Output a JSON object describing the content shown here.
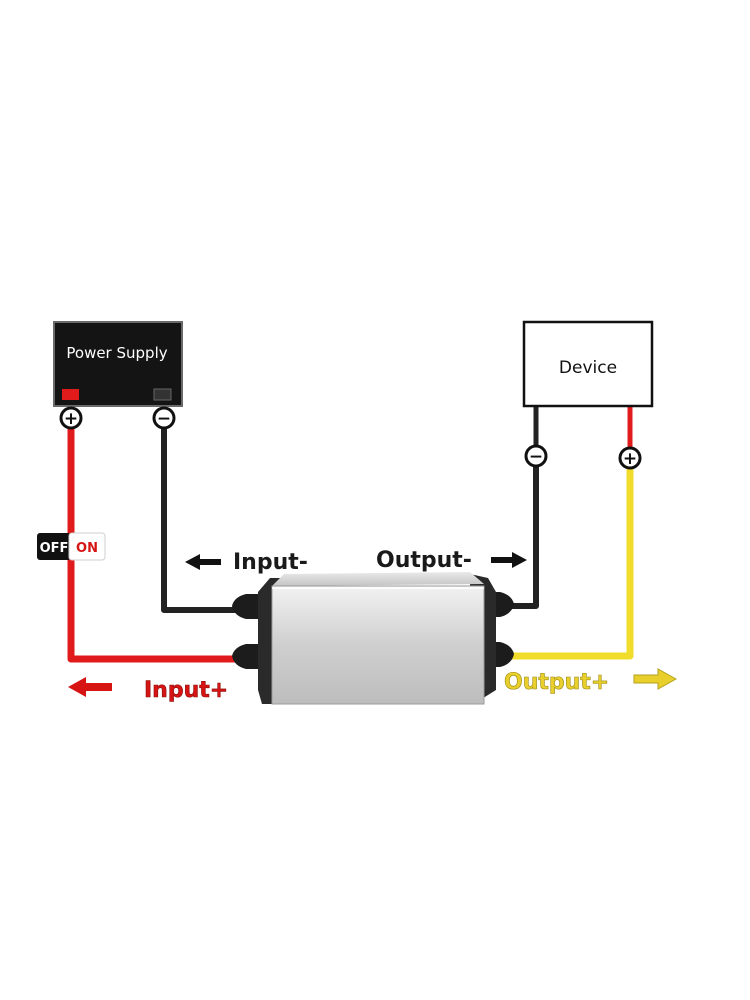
{
  "power_supply": {
    "label": "Power Supply"
  },
  "device": {
    "label": "Device"
  },
  "switch": {
    "off_label": "OFF",
    "on_label": "ON"
  },
  "labels": {
    "input_minus": "Input-",
    "output_minus": "Output-",
    "input_plus": "Input+",
    "output_plus": "Output+"
  },
  "terminals": {
    "plus_symbol": "+",
    "minus_symbol": "−"
  },
  "colors": {
    "positive_wire": "#e11b1b",
    "negative_wire": "#222222",
    "output_positive_wire": "#f2dc2a",
    "input_plus_text": "#d61414",
    "output_plus_text": "#e8cf2c",
    "converter_body": "#d2d2d2"
  }
}
